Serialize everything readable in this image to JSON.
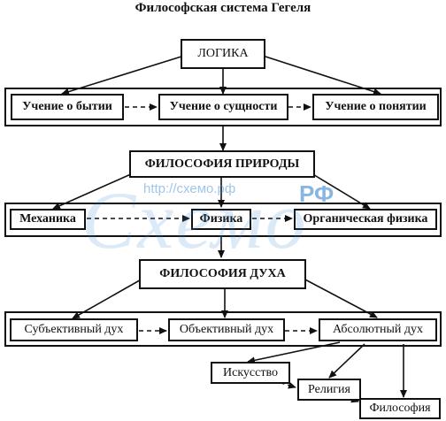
{
  "title": "Философская система Гегеля",
  "nodes": {
    "logic": "ЛОГИКА",
    "being": "Учение о бытии",
    "essence": "Учение о сущности",
    "concept": "Учение о понятии",
    "nature": "ФИЛОСОФИЯ ПРИРОДЫ",
    "mechanics": "Механика",
    "physics": "Физика",
    "organic": "Органическая физика",
    "spirit": "ФИЛОСОФИЯ ДУХА",
    "subjective": "Субъективный дух",
    "objective": "Объективный дух",
    "absolute": "Абсолютный дух",
    "art": "Искусство",
    "religion": "Религия",
    "philosophy": "Философия"
  },
  "watermark": {
    "url": "http://схемо.рф",
    "big": "Cхемо",
    "rf": "РФ"
  },
  "colors": {
    "ink": "#111111",
    "watermark": "#3c8cd2"
  }
}
